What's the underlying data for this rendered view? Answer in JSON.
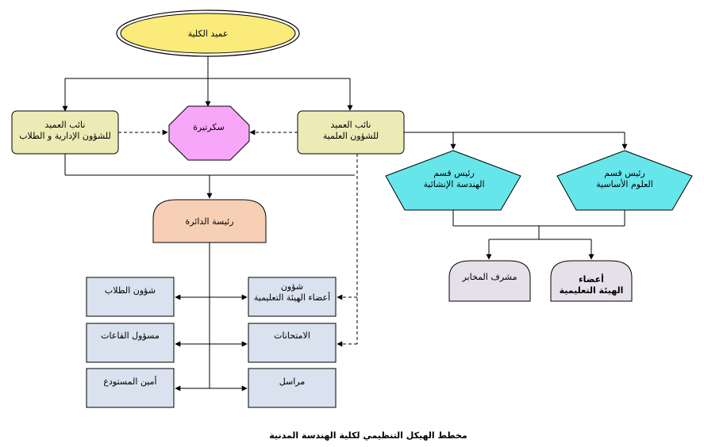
{
  "colors": {
    "dean_fill": "#fbeb7b",
    "deputy_fill": "#ecebb6",
    "secretary_fill": "#f8a6f8",
    "pentagon_fill": "#66e6ea",
    "head_fill": "#f6cfb5",
    "dome_fill": "#e6e0ea",
    "box_fill": "#d9e2ee",
    "line": "#000000"
  },
  "nodes": {
    "dean": "عميد الكلية",
    "deputy_admin": [
      "نائب العميد",
      "للشؤون الإدارية و الطلاب"
    ],
    "secretary": "سكرتيرة",
    "deputy_science": [
      "نائب العميد",
      "للشؤون العلمية"
    ],
    "head_structural": [
      "رئيس قسم",
      "الهندسة الإنشائية"
    ],
    "head_basic": [
      "رئيس قسم",
      "العلوم الأساسية"
    ],
    "department_head": "رئيسة الدائرة",
    "lab_supervisor": "مشرف المخابر",
    "faculty_members": [
      "أعضاء",
      "الهيئة التعليمية"
    ],
    "student_affairs": "شؤون الطلاب",
    "faculty_affairs": [
      "شؤون",
      "أعضاء الهيئة التعليمية"
    ],
    "halls_officer": "مسؤول القاعات",
    "exams": "الامتحانات",
    "warehouse_keeper": "أمين المستودع",
    "courier": "مراسل"
  },
  "caption": "مخطط الهيكل التنظيمي لكلية الهندسة المدنية"
}
